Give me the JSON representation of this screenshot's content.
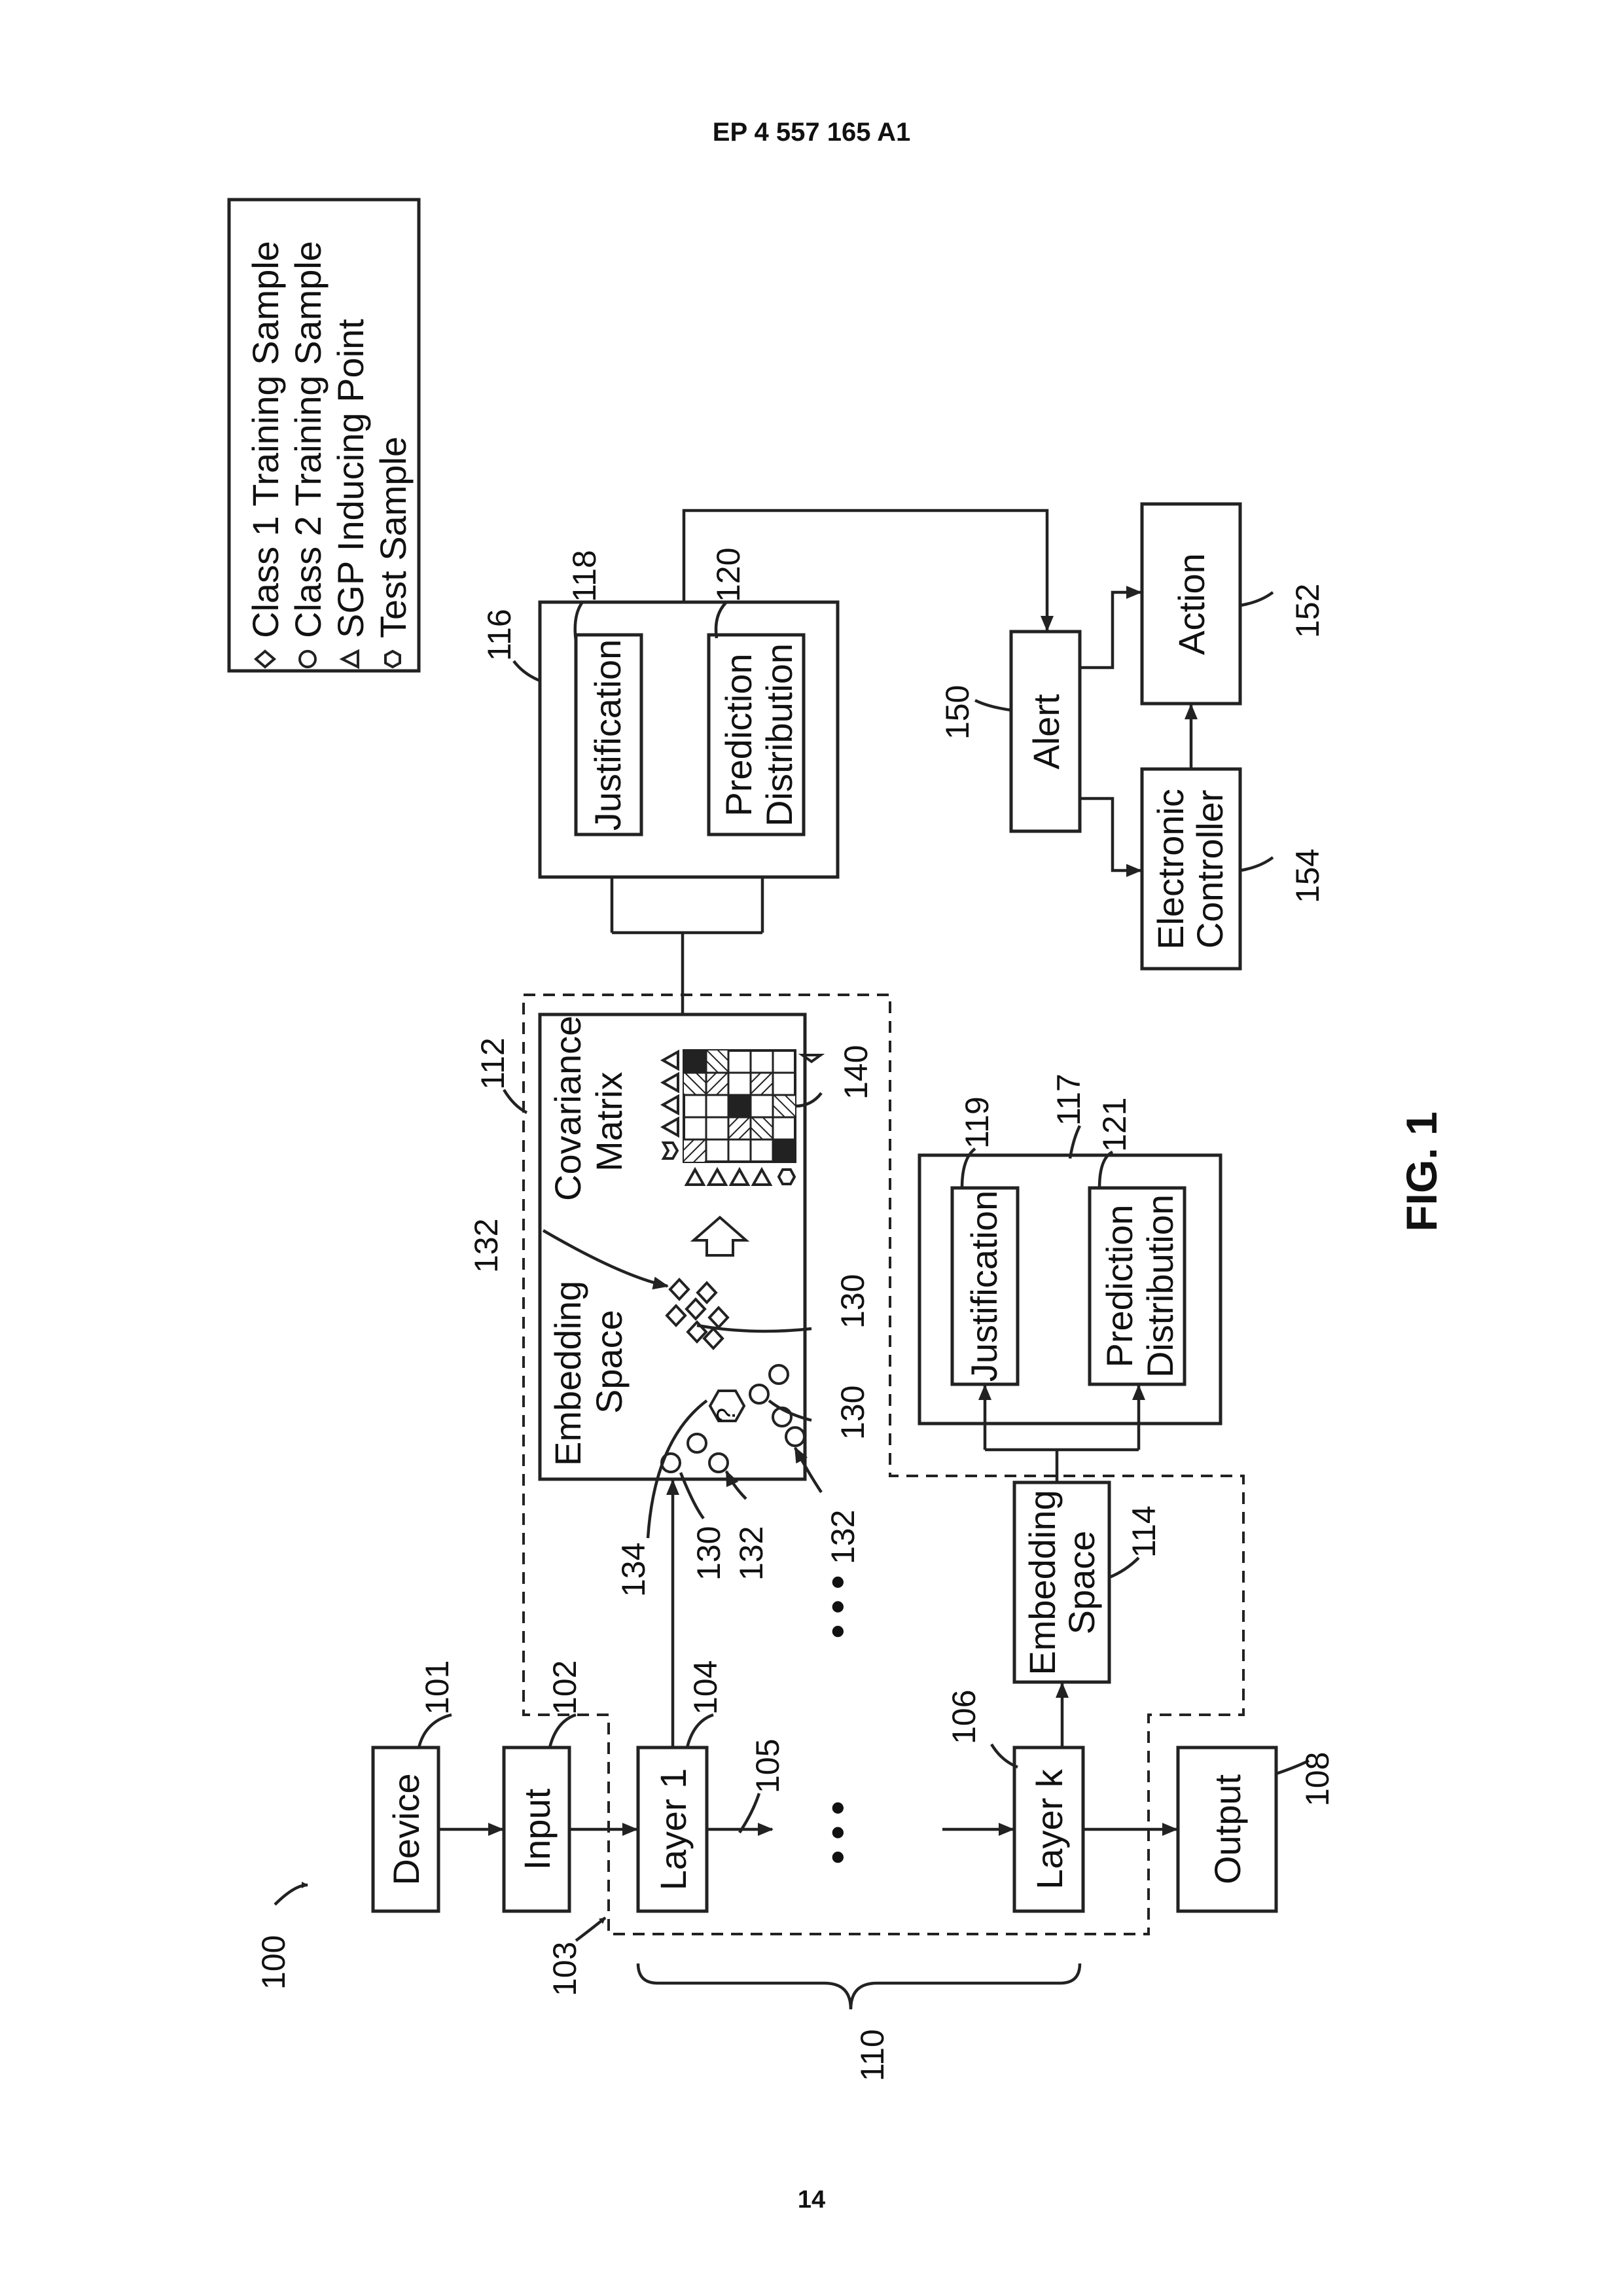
{
  "header": {
    "publication_number": "EP 4 557 165 A1"
  },
  "footer": {
    "page_number": "14"
  },
  "figure": {
    "label": "FIG. 1"
  },
  "legend": {
    "items": [
      {
        "symbol": "diamond",
        "text": "Class 1 Training Sample"
      },
      {
        "symbol": "circle",
        "text": "Class 2 Training Sample"
      },
      {
        "symbol": "triangle",
        "text": "SGP Inducing Point"
      },
      {
        "symbol": "hexagon",
        "text": "Test Sample"
      }
    ]
  },
  "boxes": {
    "device": "Device",
    "input": "Input",
    "layer1": "Layer 1",
    "layerk": "Layer k",
    "output": "Output",
    "embedding_space_112_line1": "Embedding",
    "embedding_space_112_line2": "Space",
    "covariance_line1": "Covariance",
    "covariance_line2": "Matrix",
    "embedding_space_114_line1": "Embedding",
    "embedding_space_114_line2": "Space",
    "justification_118": "Justification",
    "prediction_120_line1": "Prediction",
    "prediction_120_line2": "Distribution",
    "justification_119": "Justification",
    "prediction_121_line1": "Prediction",
    "prediction_121_line2": "Distribution",
    "alert": "Alert",
    "action": "Action",
    "controller_line1": "Electronic",
    "controller_line2": "Controller",
    "test_mark": "?",
    "ellipsis": "• • •"
  },
  "refs": {
    "r100": "100",
    "r101": "101",
    "r102": "102",
    "r103": "103",
    "r104": "104",
    "r105": "105",
    "r106": "106",
    "r108": "108",
    "r110": "110",
    "r112": "112",
    "r114": "114",
    "r116": "116",
    "r117": "117",
    "r118": "118",
    "r119": "119",
    "r120": "120",
    "r121": "121",
    "r130a": "130",
    "r130b": "130",
    "r130c": "130",
    "r132a": "132",
    "r132b": "132",
    "r132c": "132",
    "r134": "134",
    "r140": "140",
    "r150": "150",
    "r152": "152",
    "r154": "154"
  }
}
